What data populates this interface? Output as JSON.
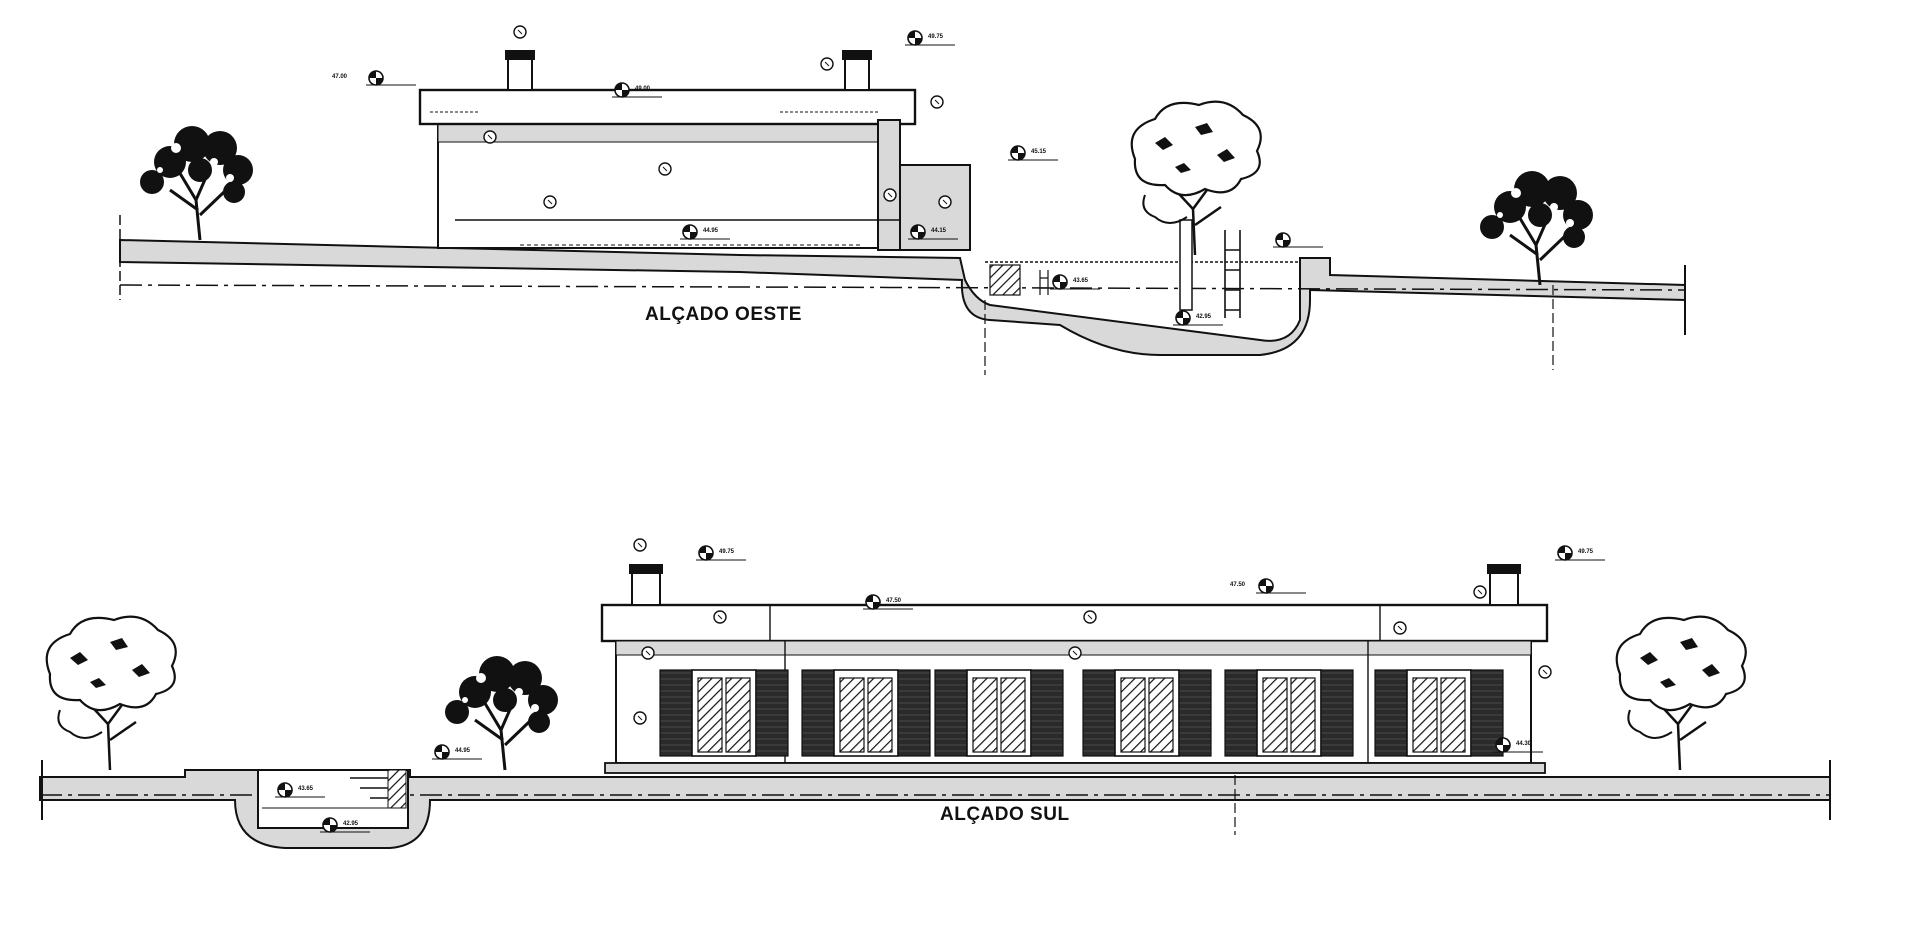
{
  "drawings": {
    "west": {
      "title": "ALÇADO OESTE",
      "level_marks": [
        "47.00",
        "49.00",
        "49.75",
        "45.15",
        "44.95",
        "44.15",
        "43.65",
        "42.95"
      ]
    },
    "south": {
      "title": "ALÇADO SUL",
      "level_marks": [
        "49.75",
        "49.75",
        "47.50",
        "47.50",
        "44.95",
        "43.65",
        "42.95",
        "44.30"
      ]
    }
  },
  "colors": {
    "ink": "#111111",
    "fill": "#d9d9d9",
    "dark": "#2a2a2a"
  }
}
